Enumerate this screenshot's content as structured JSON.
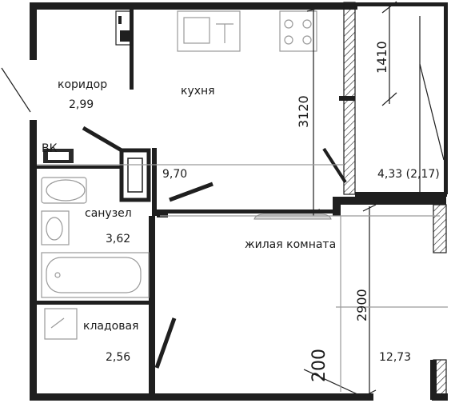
{
  "rooms": {
    "corridor": {
      "name": "коридор",
      "area": "2,99"
    },
    "kitchen": {
      "name": "кухня",
      "area": "9,70"
    },
    "balcony": {
      "area": "4,33 (2,17)"
    },
    "bathroom": {
      "name": "санузел",
      "area": "3,62"
    },
    "storage": {
      "name": "кладовая",
      "area": "2,56"
    },
    "living": {
      "name": "жилая комната",
      "area": "12,73"
    }
  },
  "dimensions": {
    "kitchen_width": "3120",
    "balcony_depth": "1410",
    "living_width": "2900",
    "living_door": "200"
  },
  "labels": {
    "vk": "ВК"
  }
}
